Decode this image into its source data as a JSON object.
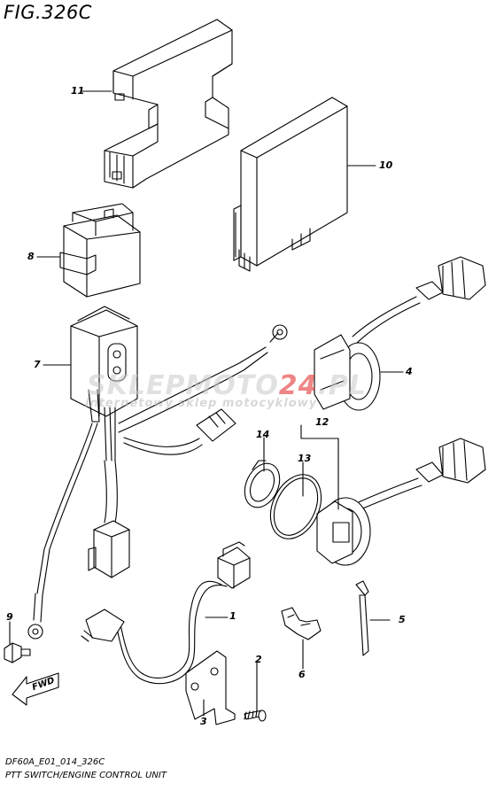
{
  "figure": {
    "title": "FIG.326C",
    "code": "DF60A_E01_014_326C",
    "caption": "PTT SWITCH/ENGINE CONTROL UNIT"
  },
  "watermark": {
    "brand_left": "SKLEPMOTO",
    "brand_accent": "24",
    "brand_right": ".PL",
    "tagline": "internetowy sklep motocyklowy",
    "accent_color": "#e02020"
  },
  "direction_arrow": {
    "label": "FWD"
  },
  "callouts": [
    "1",
    "2",
    "3",
    "4",
    "5",
    "6",
    "7",
    "8",
    "9",
    "10",
    "11",
    "12",
    "13",
    "14"
  ],
  "colors": {
    "line": "#000000",
    "background": "#ffffff"
  }
}
